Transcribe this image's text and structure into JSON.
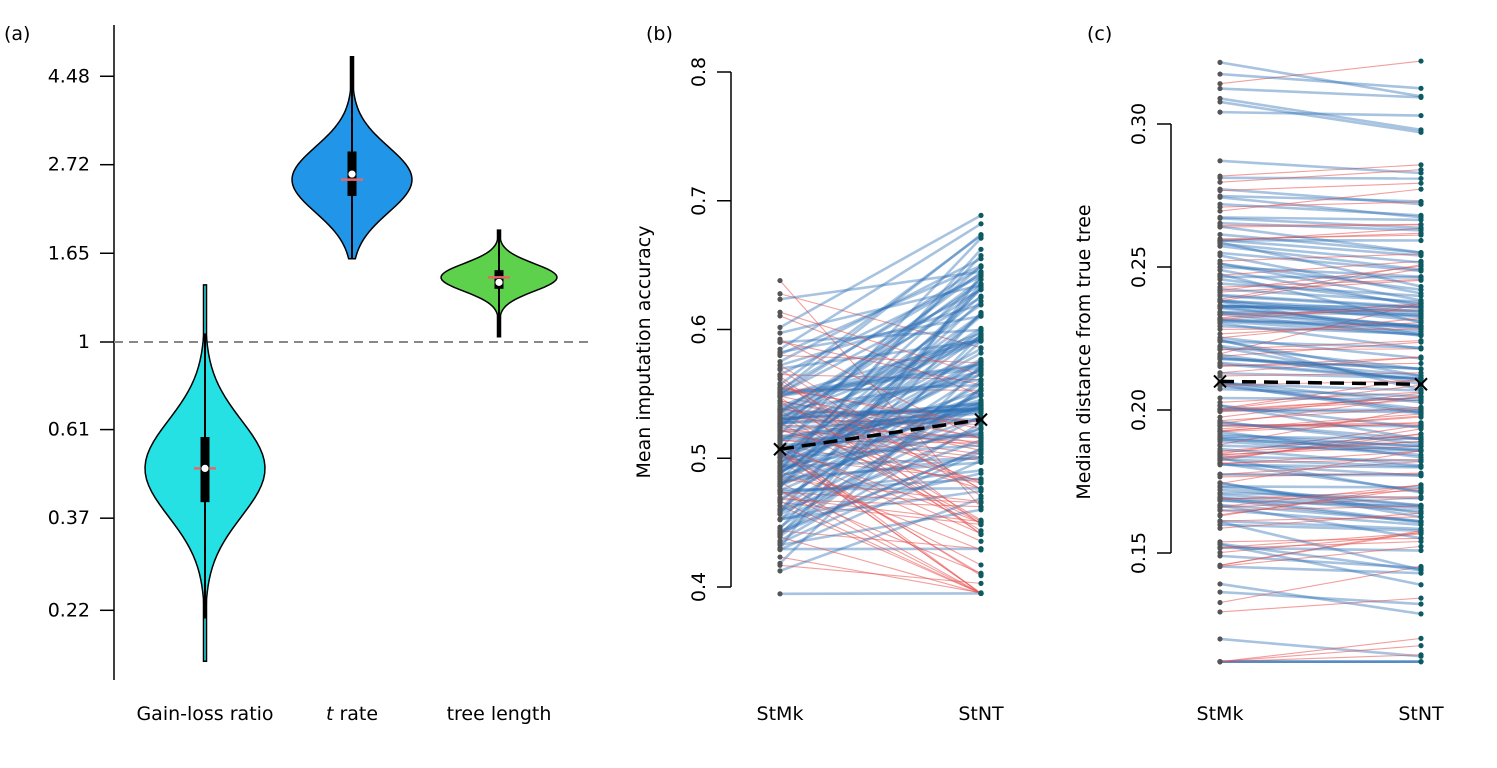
{
  "chart_data": [
    {
      "panel": "(a)",
      "type": "violin",
      "yscale": "log",
      "yticks": [
        "4.48",
        "2.72",
        "1.65",
        "1",
        "0.61",
        "0.37",
        "0.22"
      ],
      "reference_line": 1,
      "categories": [
        {
          "label": "Gain-loss ratio",
          "color": "#26e1e3",
          "min": 0.165,
          "max": 1.38,
          "q1": 0.405,
          "median": 0.49,
          "mean": 0.49,
          "q3": 0.585,
          "whisker_low": 0.21,
          "whisker_high": 1.05
        },
        {
          "label": "rate",
          "label_italic": "t",
          "color": "#2196e8",
          "min": 1.6,
          "max": 5.0,
          "q1": 2.28,
          "median": 2.5,
          "mean": 2.58,
          "q3": 2.93,
          "whisker_low": 1.6,
          "whisker_high": 5.0
        },
        {
          "label": "tree length",
          "color": "#5ed14c",
          "min": 1.03,
          "max": 1.88,
          "q1": 1.35,
          "median": 1.44,
          "mean": 1.4,
          "q3": 1.5,
          "whisker_low": 1.03,
          "whisker_high": 1.88
        }
      ]
    },
    {
      "panel": "(b)",
      "type": "paired_lines",
      "ylabel": "Mean imputation accuracy",
      "categories": [
        "StMk",
        "StNT"
      ],
      "yticks": [
        "0.4",
        "0.5",
        "0.6",
        "0.7",
        "0.8"
      ],
      "ylim": [
        0.4,
        0.8
      ],
      "means": [
        0.507,
        0.53
      ],
      "colors": {
        "increase": "#2e6fb5",
        "decrease": "#e8514f",
        "left_points": "#555555",
        "right_points": "#0c5a62"
      }
    },
    {
      "panel": "(c)",
      "type": "paired_lines",
      "ylabel": "Median distance from true tree",
      "categories": [
        "StMk",
        "StNT"
      ],
      "yticks": [
        "0.15",
        "0.20",
        "0.25",
        "0.30"
      ],
      "ylim": [
        0.15,
        0.3
      ],
      "means": [
        0.21,
        0.209
      ],
      "colors": {
        "increase": "#e8514f",
        "decrease": "#2e6fb5",
        "left_points": "#555555",
        "right_points": "#0c5a62"
      }
    }
  ]
}
